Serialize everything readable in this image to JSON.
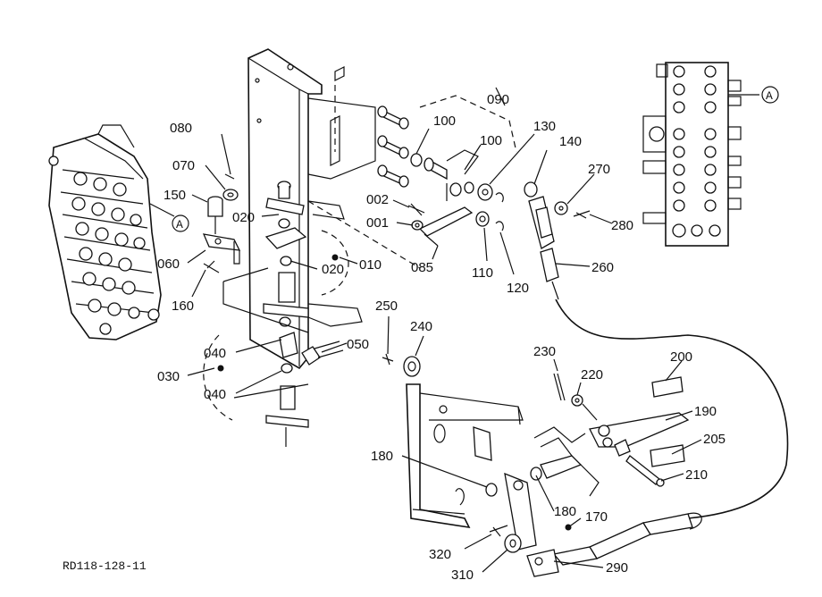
{
  "drawing_code": "RD118-128-11",
  "ref_marker": "A",
  "labels": {
    "p002": "002",
    "p001": "001",
    "p010": "010",
    "p020a": "020",
    "p020b": "020",
    "p030": "030",
    "p040a": "040",
    "p040b": "040",
    "p050": "050",
    "p060": "060",
    "p070": "070",
    "p080": "080",
    "p085": "085",
    "p090": "090",
    "p100a": "100",
    "p100b": "100",
    "p110": "110",
    "p120": "120",
    "p130": "130",
    "p140": "140",
    "p150": "150",
    "p160": "160",
    "p170": "170",
    "p180a": "180",
    "p180b": "180",
    "p190": "190",
    "p200": "200",
    "p205": "205",
    "p210": "210",
    "p220": "220",
    "p230": "230",
    "p240": "240",
    "p250": "250",
    "p260": "260",
    "p270": "270",
    "p280": "280",
    "p290": "290",
    "p310": "310",
    "p320": "320"
  }
}
